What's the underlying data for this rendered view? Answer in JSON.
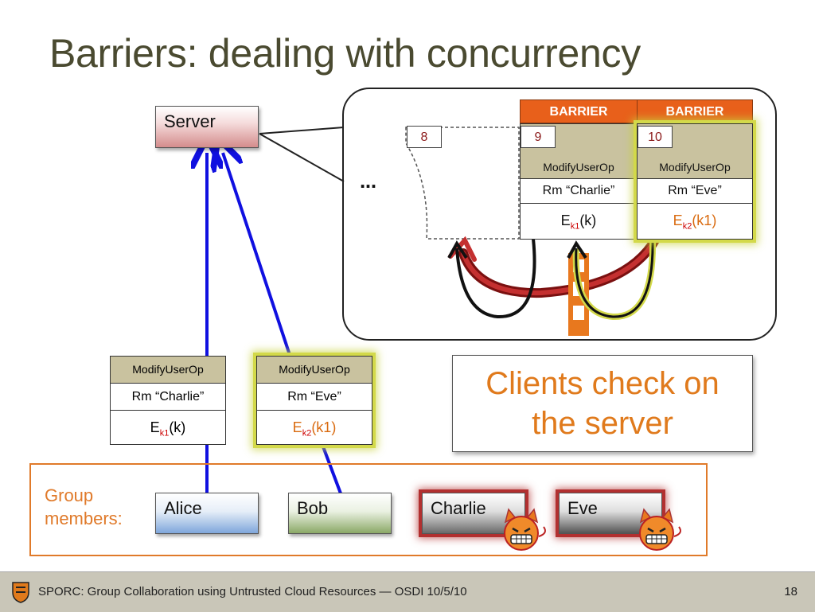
{
  "slide": {
    "title": "Barriers: dealing with concurrency",
    "page_number": "18",
    "footer_text": "SPORC: Group Collaboration using Untrusted Cloud Resources — OSDI 10/5/10"
  },
  "server": {
    "label": "Server"
  },
  "log": {
    "ellipsis": "...",
    "entries": [
      {
        "number": "8"
      },
      {
        "number": "9",
        "barrier": "BARRIER",
        "op": "ModifyUserOp",
        "action": "Rm “Charlie”",
        "enc_prefix": "E",
        "enc_sub": "k1",
        "enc_arg": "(k)"
      },
      {
        "number": "10",
        "barrier": "BARRIER",
        "op": "ModifyUserOp",
        "action": "Rm “Eve”",
        "enc_prefix": "E",
        "enc_sub": "k2",
        "enc_arg": "(k1)"
      }
    ]
  },
  "ops": [
    {
      "op": "ModifyUserOp",
      "action": "Rm “Charlie”",
      "enc_prefix": "E",
      "enc_sub": "k1",
      "enc_arg": "(k)"
    },
    {
      "op": "ModifyUserOp",
      "action": "Rm “Eve”",
      "enc_prefix": "E",
      "enc_sub": "k2",
      "enc_arg": "(k1)"
    }
  ],
  "callout": {
    "line1": "Clients check on",
    "line2": "the server"
  },
  "group": {
    "label_line1": "Group",
    "label_line2": "members:",
    "members": [
      "Alice",
      "Bob",
      "Charlie",
      "Eve"
    ]
  },
  "colors": {
    "title": "#4a4a30",
    "barrier": "#e8601b",
    "accent_orange": "#e07a1c",
    "arrow_blue": "#1010e0",
    "highlight": "#d3d94a",
    "evil_red": "#b23030"
  },
  "icons": [
    "princeton-shield-icon",
    "devil-face-icon"
  ]
}
